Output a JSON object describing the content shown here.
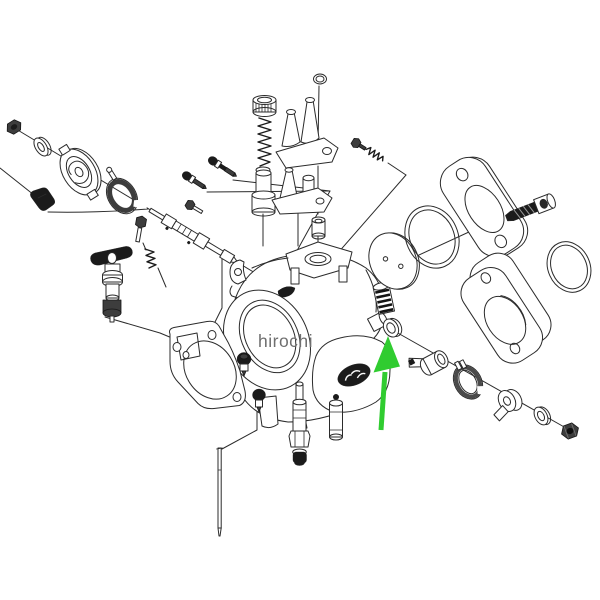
{
  "watermark": {
    "text": "hirochi",
    "color": "#6f6f6f"
  },
  "highlight": {
    "arrow_color": "#30cc30",
    "target": "throttle-shaft-seal-washer"
  },
  "diagram": {
    "type": "exploded-parts-diagram",
    "subject": "carburetor-assembly",
    "background": "#ffffff",
    "line_color": "#2b2b2b",
    "parts": [
      "hex-nut",
      "cup-washer",
      "throttle-cable-wheel",
      "clamp-ring",
      "cable-elbow",
      "cable-adjuster",
      "small-hex-bolt",
      "idle-screw-short",
      "idle-screw-long",
      "pump-screw",
      "pump-spring",
      "accelerator-pump",
      "idle-speed-screw",
      "spring",
      "enrichener-bracket",
      "rubber-boot",
      "bracket-screw",
      "bullet-plug",
      "vent-screw-spring",
      "carburetor-body",
      "float-bowl",
      "diaphragm-disc",
      "o-ring-large",
      "mount-flange-gasket",
      "allen-bolt",
      "spacer-flange",
      "o-ring-small",
      "seal-washer",
      "throttle-lever",
      "clamp-spring",
      "throttle-cam",
      "cup-washer-small",
      "hex-nut-small",
      "bowl-screw",
      "main-jet",
      "pilot-jet",
      "jet-needle",
      "base-gasket"
    ]
  }
}
